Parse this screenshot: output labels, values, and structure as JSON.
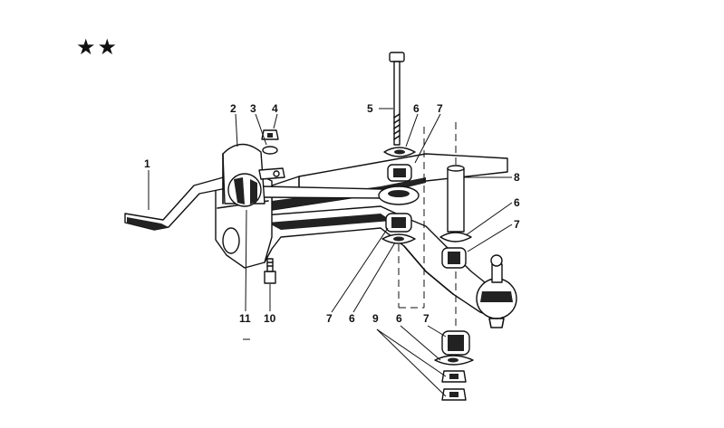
{
  "marks": {
    "stars": "★★"
  },
  "callouts": [
    {
      "id": "1",
      "label": "1"
    },
    {
      "id": "2",
      "label": "2"
    },
    {
      "id": "3",
      "label": "3"
    },
    {
      "id": "4",
      "label": "4"
    },
    {
      "id": "5",
      "label": "5"
    },
    {
      "id": "6a",
      "label": "6"
    },
    {
      "id": "7a",
      "label": "7"
    },
    {
      "id": "8",
      "label": "8"
    },
    {
      "id": "6b",
      "label": "6"
    },
    {
      "id": "7b",
      "label": "7"
    },
    {
      "id": "7c",
      "label": "7"
    },
    {
      "id": "6c",
      "label": "6"
    },
    {
      "id": "9",
      "label": "9"
    },
    {
      "id": "6d",
      "label": "6"
    },
    {
      "id": "7d",
      "label": "7"
    },
    {
      "id": "11",
      "label": "11"
    },
    {
      "id": "10",
      "label": "10"
    }
  ]
}
